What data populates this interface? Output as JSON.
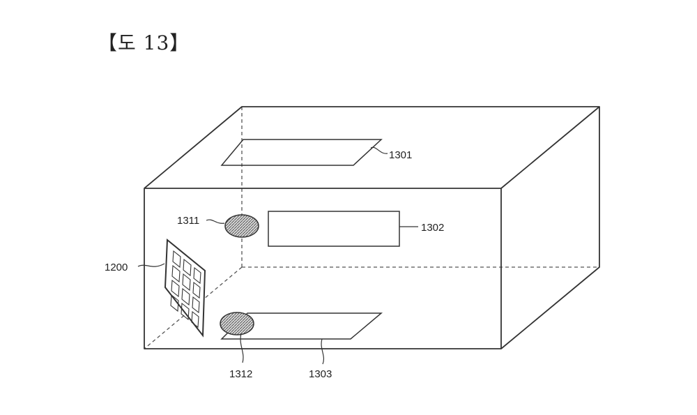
{
  "figure": {
    "title": "【도 13】",
    "colors": {
      "line": "#333333",
      "hatch": "#555555",
      "background": "#ffffff"
    },
    "labels": {
      "top_panel": "1301",
      "back_panel": "1302",
      "bottom_panel": "1303",
      "upper_sensor": "1311",
      "lower_sensor": "1312",
      "array_panel": "1200"
    }
  }
}
